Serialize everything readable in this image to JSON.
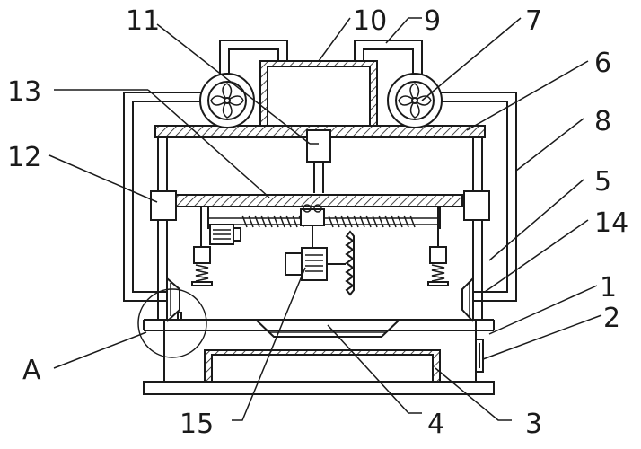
{
  "labels": {
    "l11": "11",
    "l10": "10",
    "l9": "9",
    "l7": "7",
    "l6": "6",
    "l13": "13",
    "l8": "8",
    "l12": "12",
    "l5": "5",
    "l14": "14",
    "l1": "1",
    "l2": "2",
    "lA": "A",
    "l15": "15",
    "l4": "4",
    "l3": "3"
  }
}
